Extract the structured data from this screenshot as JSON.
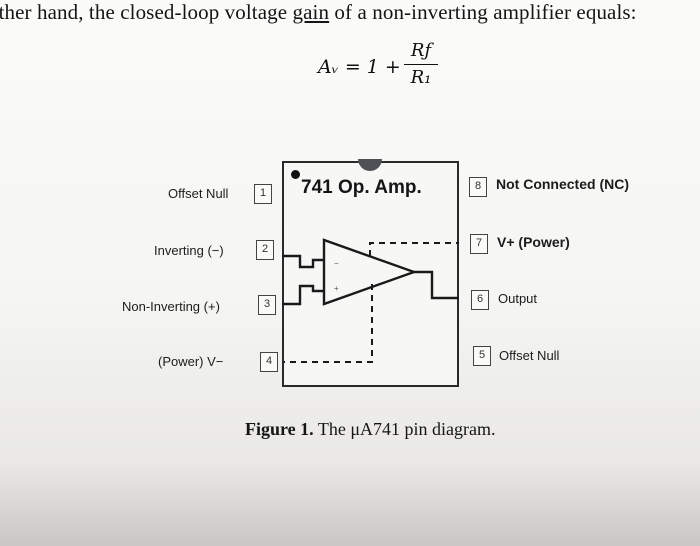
{
  "intro": {
    "text_before": "other hand, the closed-loop voltage ",
    "underlined": "gain",
    "text_after": " of a non-inverting amplifier equals:"
  },
  "equation": {
    "lhs": "Aᵥ = 1 +",
    "numerator": "Rƒ",
    "denominator": "R₁"
  },
  "chip": {
    "title": "741 Op. Amp."
  },
  "pins": {
    "p1": {
      "number": "1",
      "label": "Offset Null"
    },
    "p2": {
      "number": "2",
      "label": "Inverting (−)"
    },
    "p3": {
      "number": "3",
      "label": "Non-Inverting (+)"
    },
    "p4": {
      "number": "4",
      "label": "(Power) V−"
    },
    "p5": {
      "number": "5",
      "label": "Offset Null"
    },
    "p6": {
      "number": "6",
      "label": "Output"
    },
    "p7": {
      "number": "7",
      "label": "V+ (Power)"
    },
    "p8": {
      "number": "8",
      "label": "Not Connected (NC)"
    }
  },
  "caption": {
    "prefix": "Figure 1.",
    "text": " The μA741 pin diagram."
  }
}
